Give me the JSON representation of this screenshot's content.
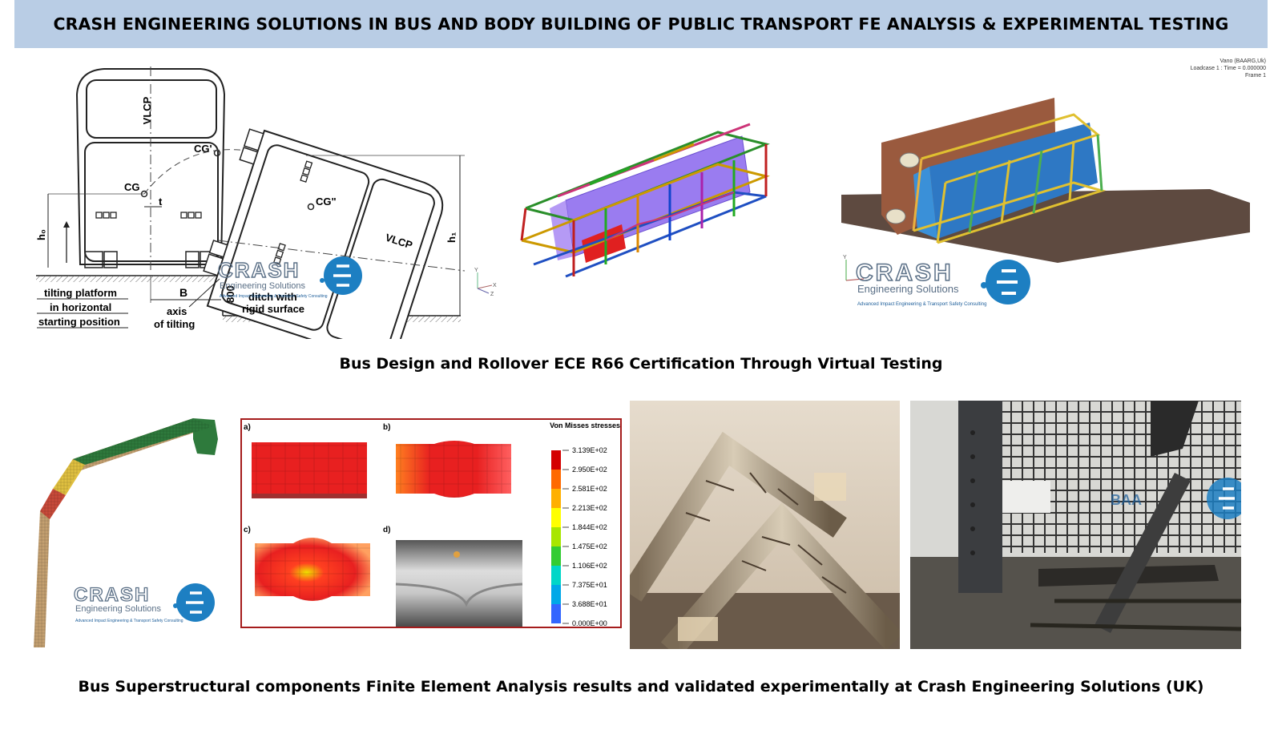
{
  "header": {
    "title": "CRASH ENGINEERING SOLUTIONS IN BUS AND BODY BUILDING OF PUBLIC TRANSPORT FE ANALYSIS & EXPERIMENTAL TESTING"
  },
  "diagram": {
    "vlcp": "VLCP",
    "cg": "CG",
    "cg1": "CG'",
    "cg2": "CG\"",
    "t": "t",
    "h0": "h₀",
    "h1": "h₁",
    "b": "B",
    "dim800": "800",
    "tilt1": "tilting platform",
    "tilt2": "in horizontal",
    "tilt3": "starting position",
    "axis1": "axis",
    "axis2": "of tilting",
    "ditch1": "ditch with",
    "ditch2": "rigid surface"
  },
  "logo": {
    "word": "CRASH",
    "sub": "Engineering Solutions",
    "tag": "Advanced Impact Engineering & Transport Safety Consulting"
  },
  "viewer_info": {
    "line1": "Vano (BAARG,Uk)",
    "line2": "Loadcase 1 : Time = 0.000000",
    "line3": "Frame 1"
  },
  "captions": {
    "top": "Bus Design and Rollover ECE R66 Certification Through Virtual Testing",
    "bottom": "Bus Superstructural components Finite Element Analysis results and validated experimentally at Crash Engineering Solutions (UK)"
  },
  "stress": {
    "title": "Von Misses stresses",
    "panels": [
      "a)",
      "b)",
      "c)",
      "d)"
    ],
    "legend": [
      "3.139E+02",
      "2.950E+02",
      "2.581E+02",
      "2.213E+02",
      "1.844E+02",
      "1.475E+02",
      "1.106E+02",
      "7.375E+01",
      "3.688E+01",
      "0.000E+00"
    ],
    "colors": [
      "#d40000",
      "#ff6a00",
      "#ffb000",
      "#ffff00",
      "#a8e600",
      "#33cc33",
      "#00d6c8",
      "#00a8e8",
      "#3366ff",
      "#0000cc"
    ]
  },
  "axes": {
    "x": "X",
    "y": "Y",
    "z": "Z"
  },
  "rig_logo": {
    "word": "BAA"
  }
}
